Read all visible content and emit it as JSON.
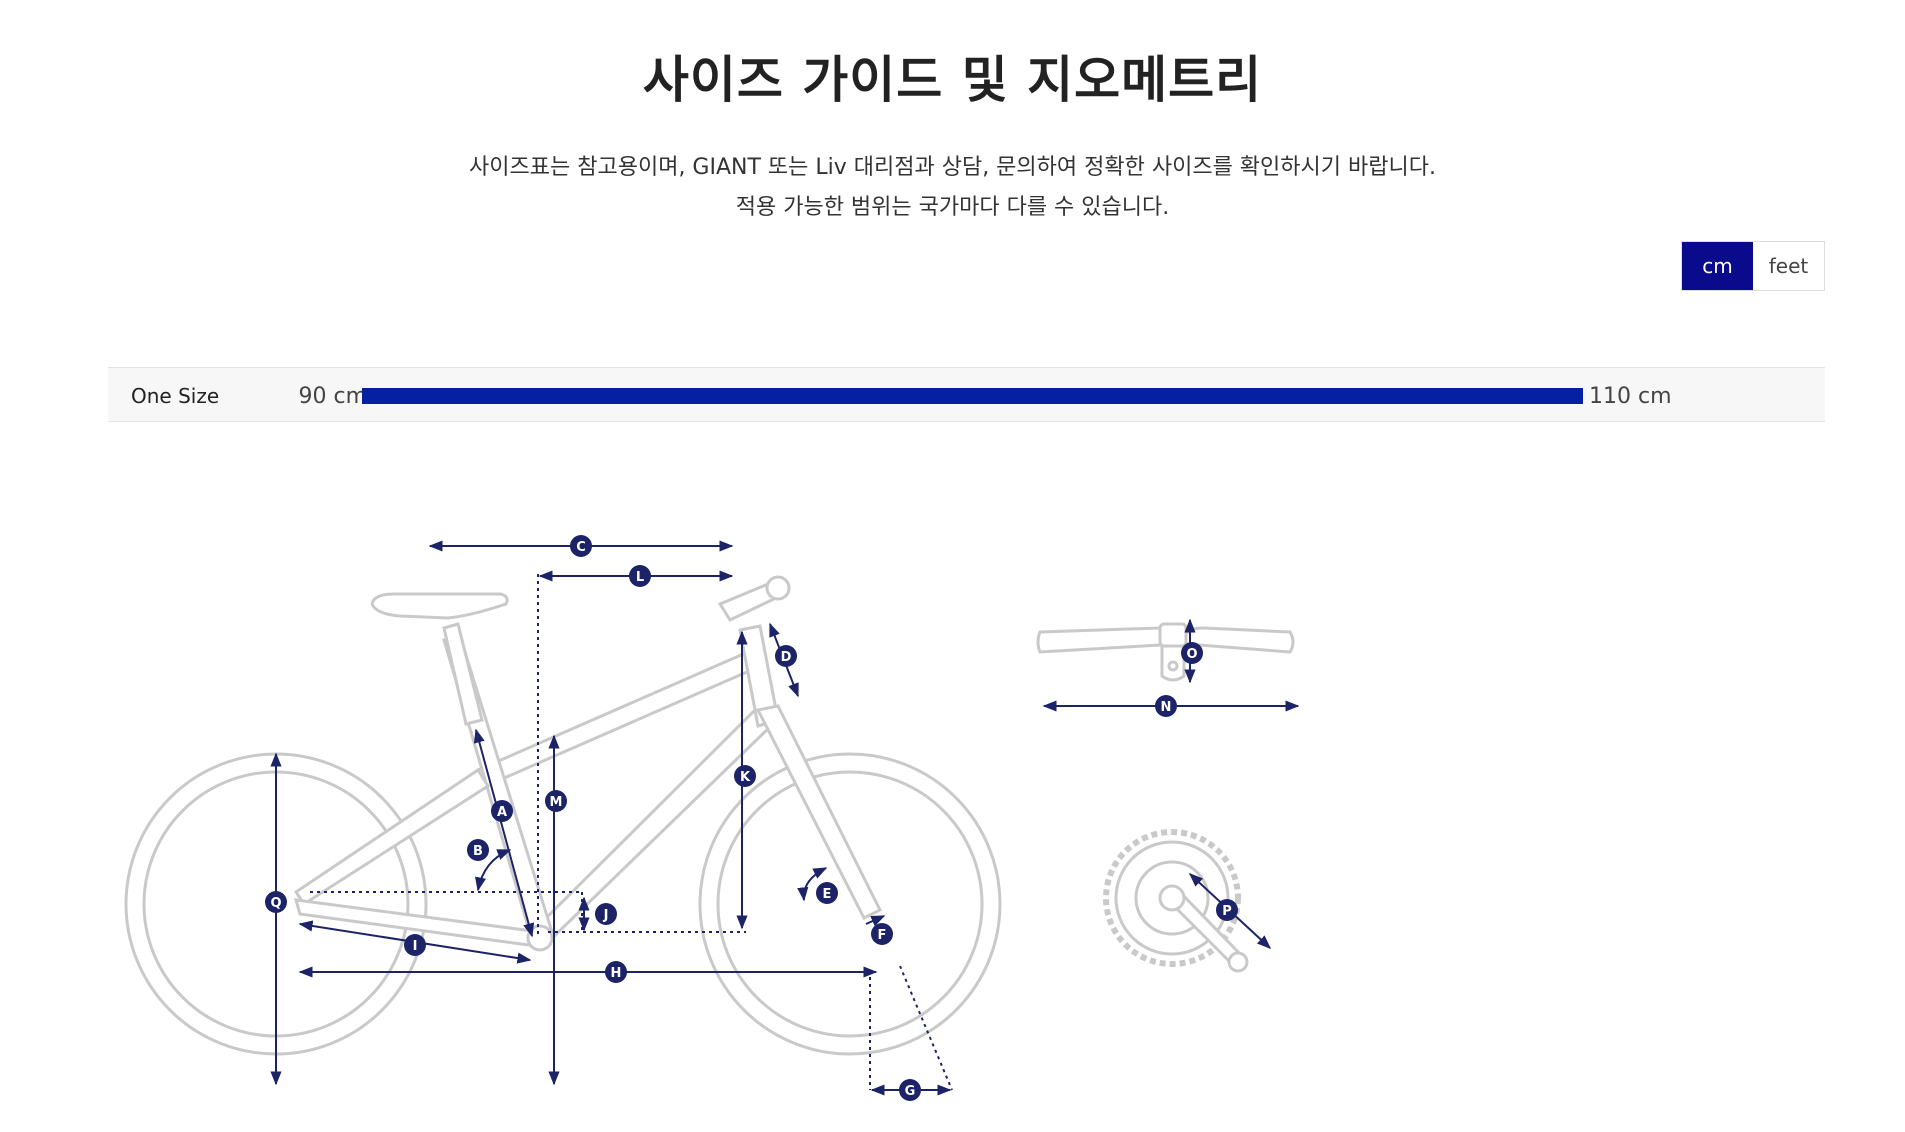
{
  "header": {
    "title": "사이즈 가이드 및 지오메트리",
    "description_line1": "사이즈표는 참고용이며, GIANT 또는 Liv 대리점과 상담, 문의하여 정확한 사이즈를 확인하시기 바랍니다.",
    "description_line2": "적용 가능한 범위는 국가마다 다를 수 있습니다."
  },
  "unit_toggle": {
    "options": [
      {
        "label": "cm",
        "active": true
      },
      {
        "label": "feet",
        "active": false
      }
    ]
  },
  "size_chart": {
    "rows": [
      {
        "size": "One Size",
        "min": "90 cm",
        "max": "110 cm"
      }
    ],
    "bar_color": "#0520a0"
  },
  "geometry": {
    "markers": [
      "A",
      "B",
      "C",
      "D",
      "E",
      "F",
      "G",
      "H",
      "I",
      "J",
      "K",
      "L",
      "M",
      "N",
      "O",
      "P",
      "Q"
    ],
    "marker_color": "#1c2366",
    "line_color": "#c9c9c9"
  },
  "colors": {
    "accent": "#0a0b8c"
  }
}
